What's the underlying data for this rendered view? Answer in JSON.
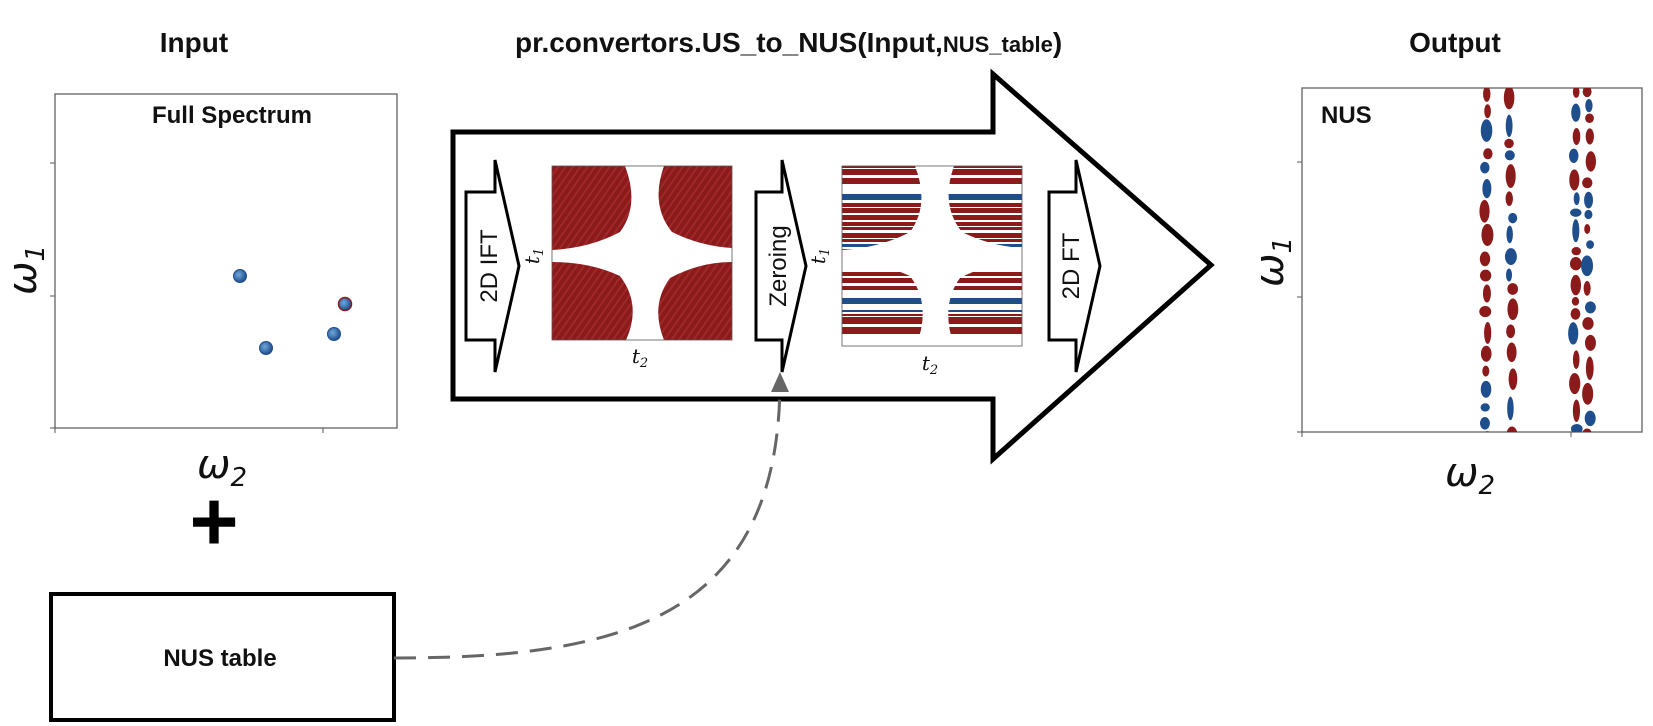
{
  "titles": {
    "input": "Input",
    "function_main": "pr.convertors.US_to_NUS(Input,",
    "function_arg": "NUS_table",
    "function_close": ")",
    "output": "Output"
  },
  "input_panel": {
    "label": "Full Spectrum",
    "y_axis": "ω",
    "y_axis_sub": "1",
    "x_axis": "ω",
    "x_axis_sub": "2"
  },
  "plus_sign": "+",
  "nus_table_label": "NUS table",
  "steps": {
    "ift": "2D IFT",
    "zeroing": "Zeroing",
    "ft": "2D FT"
  },
  "time_plots": {
    "y_axis": "t",
    "y_axis_sub": "1",
    "x_axis": "t",
    "x_axis_sub": "2"
  },
  "output_panel": {
    "label": "NUS",
    "y_axis": "ω",
    "y_axis_sub": "1",
    "x_axis": "ω",
    "x_axis_sub": "2"
  },
  "colors": {
    "positive_peak": "#8b1a1a",
    "negative_peak": "#1f4e8c",
    "peak_highlight": "#6fa8dc",
    "arrow_stroke": "#000000",
    "dashed_connector": "#666666"
  }
}
